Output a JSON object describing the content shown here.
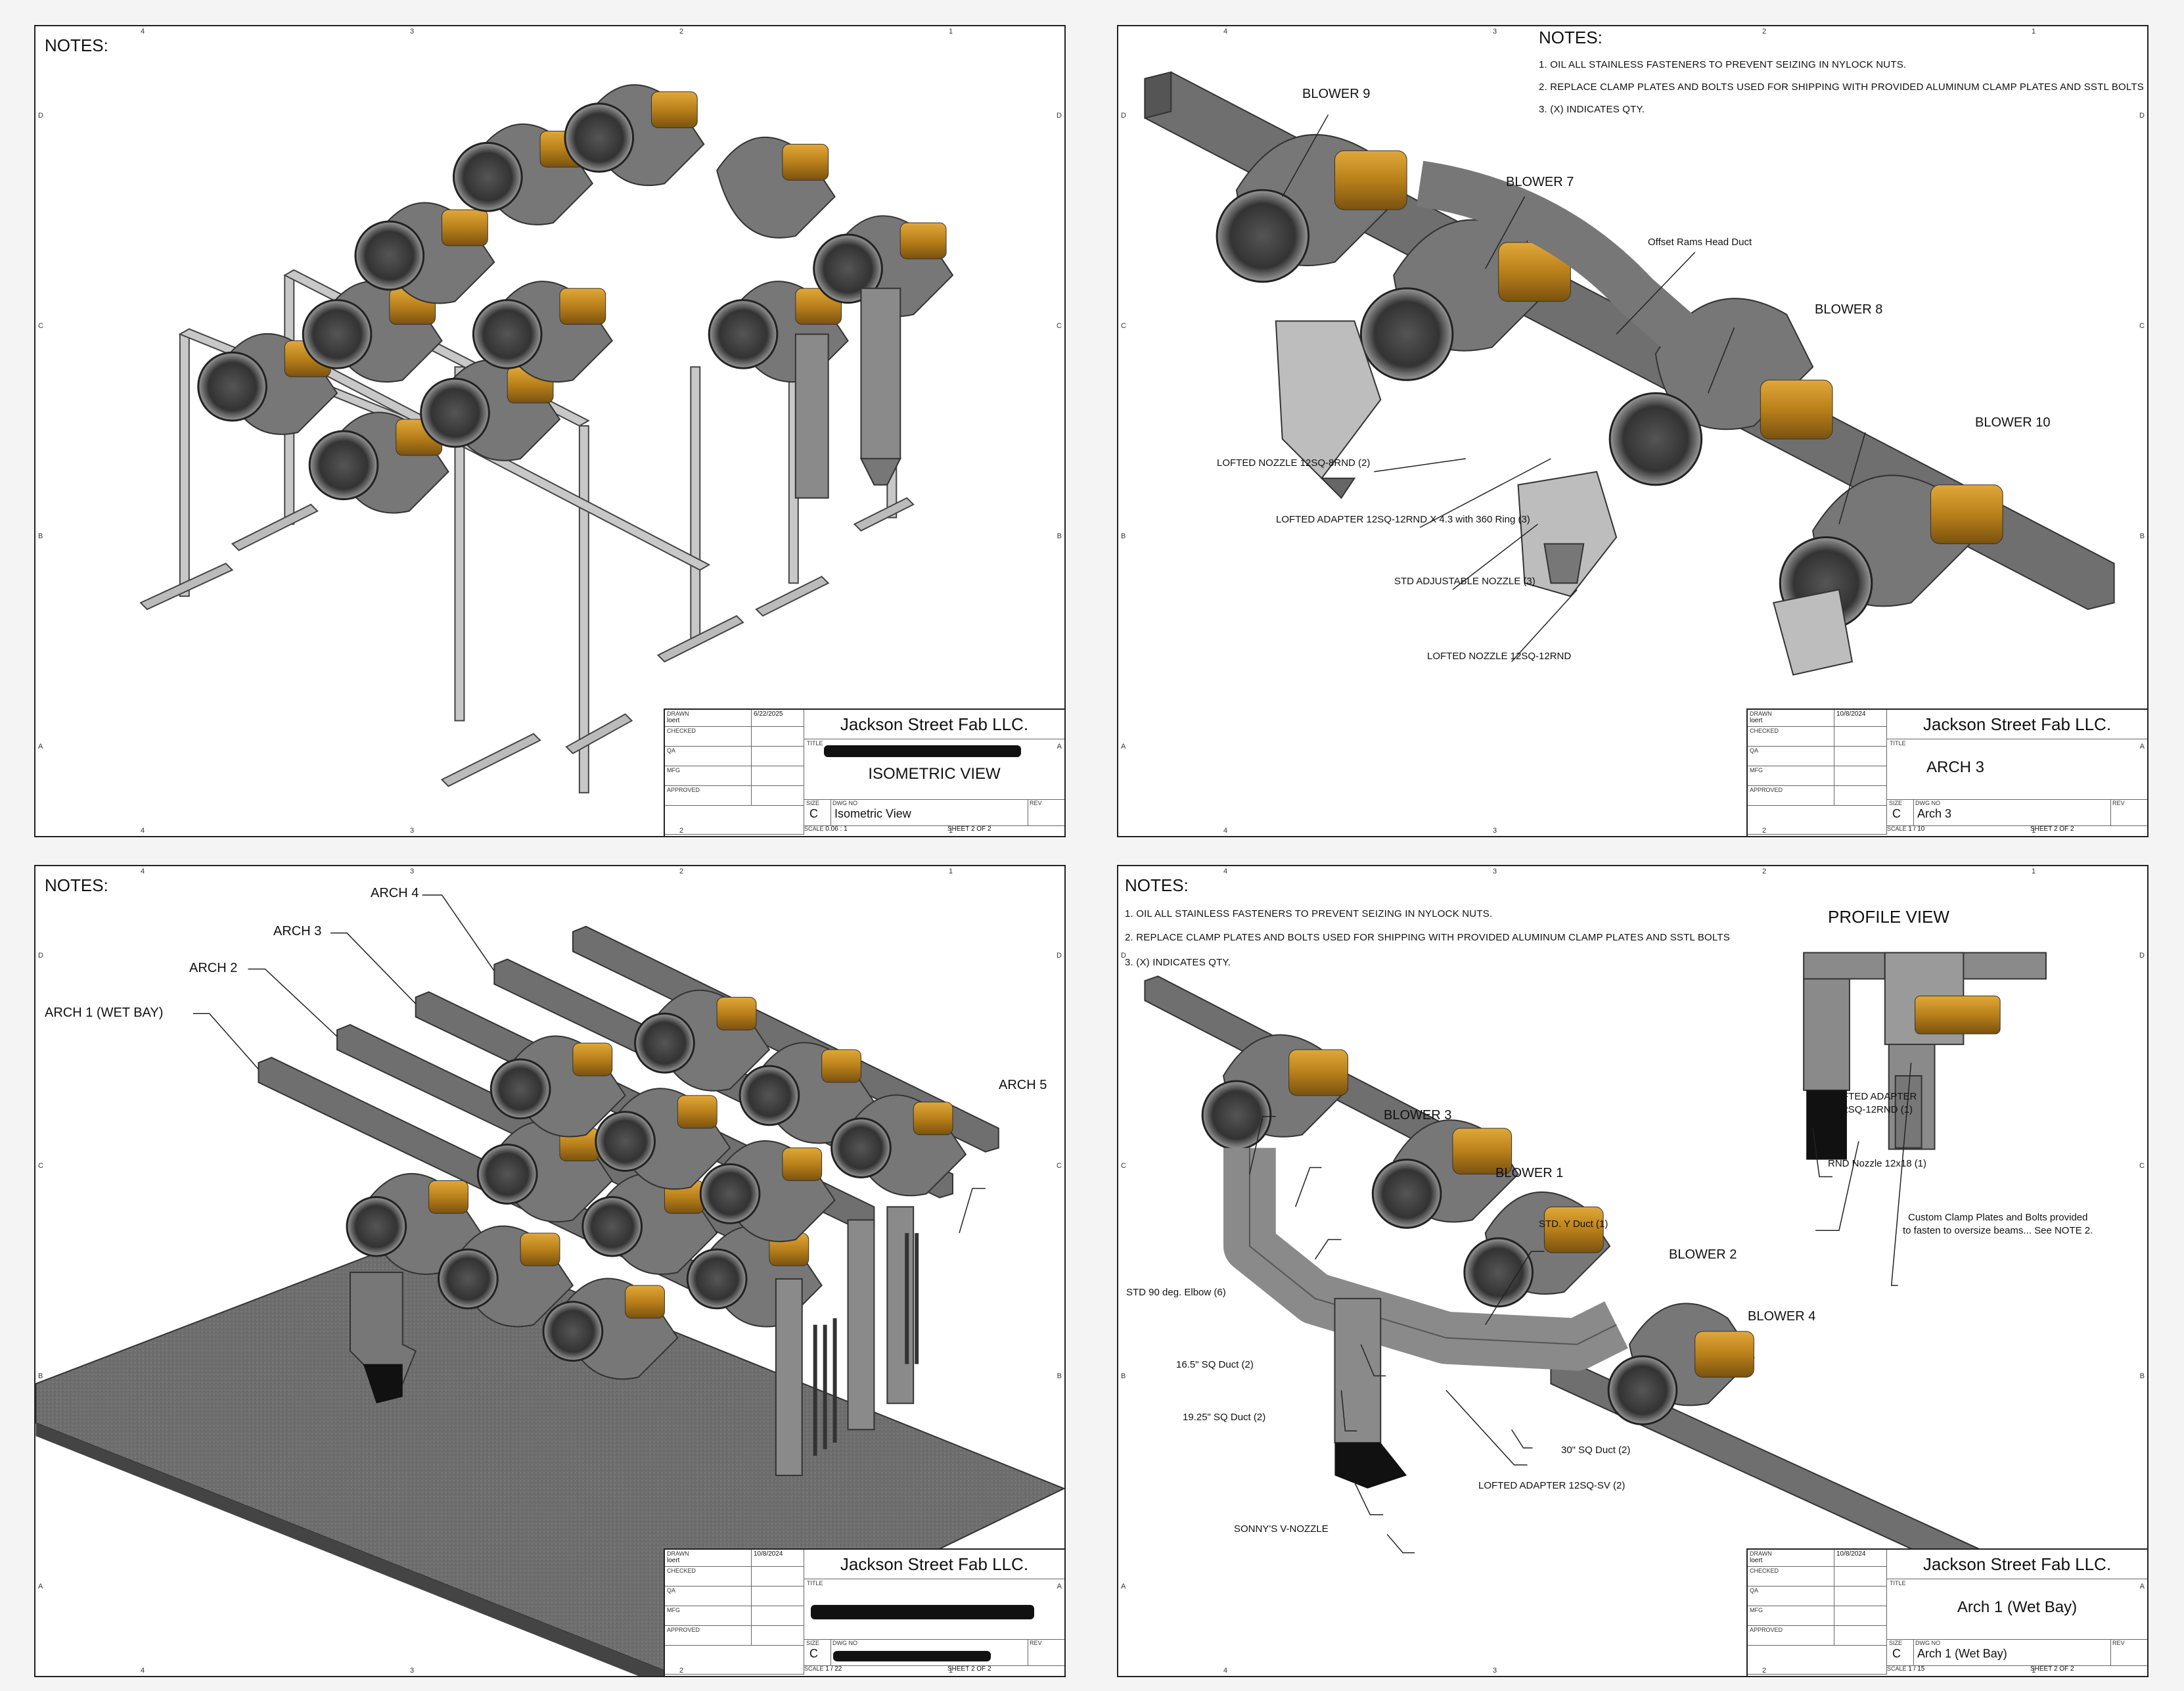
{
  "border": {
    "columns": [
      "4",
      "3",
      "2",
      "1"
    ],
    "rows": [
      "D",
      "C",
      "B",
      "A"
    ]
  },
  "sheet1": {
    "notes_title": "NOTES:",
    "titleblock": {
      "drawn_label": "DRAWN",
      "drawn_by": "loert",
      "drawn_date": "6/22/2025",
      "checked_label": "CHECKED",
      "qa_label": "QA",
      "mfg_label": "MFG",
      "approved_label": "APPROVED",
      "company": "Jackson Street Fab LLC.",
      "title_label": "TITLE",
      "title": "ISOMETRIC VIEW",
      "size_label": "SIZE",
      "size": "C",
      "dwg_label": "DWG NO",
      "dwg_no": "Isometric View",
      "rev_label": "REV",
      "scale_label": "SCALE",
      "scale": "0.06 : 1",
      "sheet": "SHEET 2  OF 2"
    }
  },
  "sheet2": {
    "notes_title": "NOTES:",
    "notes": [
      "1. OIL ALL STAINLESS FASTENERS TO PREVENT SEIZING IN NYLOCK NUTS.",
      "2. REPLACE CLAMP PLATES AND BOLTS USED FOR SHIPPING WITH PROVIDED ALUMINUM CLAMP PLATES AND SSTL BOLTS",
      "3. (X) INDICATES QTY."
    ],
    "callouts": {
      "blower9": "BLOWER 9",
      "blower7": "BLOWER 7",
      "offset": "Offset Rams Head Duct",
      "blower8": "BLOWER 8",
      "blower10": "BLOWER 10",
      "lofted_nozzle_8rnd": "LOFTED NOZZLE 12SQ-8RND (2)",
      "lofted_adapter": "LOFTED ADAPTER 12SQ-12RND X 4.3 with 360 Ring (3)",
      "std_nozzle": "STD ADJUSTABLE NOZZLE (3)",
      "lofted_nozzle_12rnd": "LOFTED NOZZLE 12SQ-12RND"
    },
    "titleblock": {
      "drawn_label": "DRAWN",
      "drawn_by": "loert",
      "drawn_date": "10/8/2024",
      "checked_label": "CHECKED",
      "qa_label": "QA",
      "mfg_label": "MFG",
      "approved_label": "APPROVED",
      "company": "Jackson Street Fab LLC.",
      "title_label": "TITLE",
      "title": "ARCH 3",
      "size_label": "SIZE",
      "size": "C",
      "dwg_label": "DWG NO",
      "dwg_no": "Arch 3",
      "rev_label": "REV",
      "scale_label": "SCALE",
      "scale": "1 / 10",
      "sheet": "SHEET 2  OF 2"
    }
  },
  "sheet3": {
    "notes_title": "NOTES:",
    "callouts": {
      "arch1": "ARCH 1 (WET BAY)",
      "arch2": "ARCH 2",
      "arch3": "ARCH 3",
      "arch4": "ARCH 4",
      "arch5": "ARCH 5"
    },
    "titleblock": {
      "drawn_label": "DRAWN",
      "drawn_by": "loert",
      "drawn_date": "10/8/2024",
      "checked_label": "CHECKED",
      "qa_label": "QA",
      "mfg_label": "MFG",
      "approved_label": "APPROVED",
      "company": "Jackson Street Fab LLC.",
      "title_label": "TITLE",
      "title": "",
      "size_label": "SIZE",
      "size": "C",
      "dwg_label": "DWG NO",
      "dwg_no": "",
      "rev_label": "REV",
      "scale_label": "SCALE",
      "scale": "1 / 22",
      "sheet": "SHEET 2  OF 2"
    }
  },
  "sheet4": {
    "notes_title": "NOTES:",
    "notes": [
      "1. OIL ALL STAINLESS FASTENERS TO PREVENT SEIZING IN NYLOCK NUTS.",
      "2. REPLACE CLAMP PLATES AND BOLTS USED FOR SHIPPING WITH PROVIDED ALUMINUM CLAMP PLATES AND SSTL BOLTS",
      "3. (X) INDICATES QTY."
    ],
    "profile_title": "PROFILE VIEW",
    "callouts": {
      "blower3": "BLOWER 3",
      "blower1": "BLOWER 1",
      "blower2": "BLOWER 2",
      "blower4": "BLOWER 4",
      "y_duct": "STD. Y Duct (1)",
      "elbow": "STD 90 deg. Elbow (6)",
      "sq165": "16.5\" SQ Duct (2)",
      "sq1925": "19.25\" SQ Duct (2)",
      "sq30": "30\" SQ Duct (2)",
      "lofted_sv": "LOFTED ADAPTER 12SQ-SV (2)",
      "v_nozzle": "SONNY'S V-NOZZLE",
      "lofted_rnd_1": "LOFTED ADAPTER",
      "lofted_rnd_2": "12SQ-12RND (1)",
      "rnd_nozzle": "RND Nozzle 12x18 (1)",
      "clamp_1": "Custom Clamp Plates and Bolts provided",
      "clamp_2": "to fasten to oversize beams... See NOTE 2."
    },
    "titleblock": {
      "drawn_label": "DRAWN",
      "drawn_by": "loert",
      "drawn_date": "10/8/2024",
      "checked_label": "CHECKED",
      "qa_label": "QA",
      "mfg_label": "MFG",
      "approved_label": "APPROVED",
      "company": "Jackson Street Fab LLC.",
      "title_label": "TITLE",
      "title": "Arch 1 (Wet Bay)",
      "size_label": "SIZE",
      "size": "C",
      "dwg_label": "DWG NO",
      "dwg_no": "Arch 1 (Wet Bay)",
      "rev_label": "REV",
      "scale_label": "SCALE",
      "scale": "1 / 15",
      "sheet": "SHEET 2  OF 2"
    }
  },
  "colors": {
    "steel": "#7b7b7b",
    "steel_dark": "#4a4a4a",
    "steel_light": "#b4b4b4",
    "motor": "#c68a1c",
    "floor": "#6e6e6e"
  }
}
